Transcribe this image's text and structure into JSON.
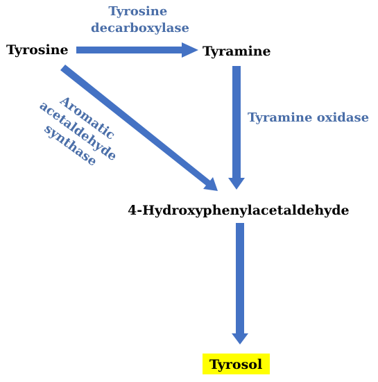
{
  "nodes": {
    "tyrosine": "Tyrosine",
    "tyramine": "Tyramine",
    "hydroxyphenylacetaldehyde": "4-Hydroxyphenylacetaldehyde",
    "tyrosol": "Tyrosol"
  },
  "enzymes": {
    "tyrosine_decarboxylase": [
      "Tyrosine",
      "decarboxylase"
    ],
    "tyramine_oxidase": "Tyramine oxidase",
    "aromatic_acetaldehyde_synthase": [
      "Aromatic",
      "acetaldehyde",
      "synthase"
    ]
  },
  "colors": {
    "arrow": "#4472c4",
    "enzyme_text": "#4a6ea8",
    "node_text": "#000000",
    "highlight": "#ffff00"
  }
}
